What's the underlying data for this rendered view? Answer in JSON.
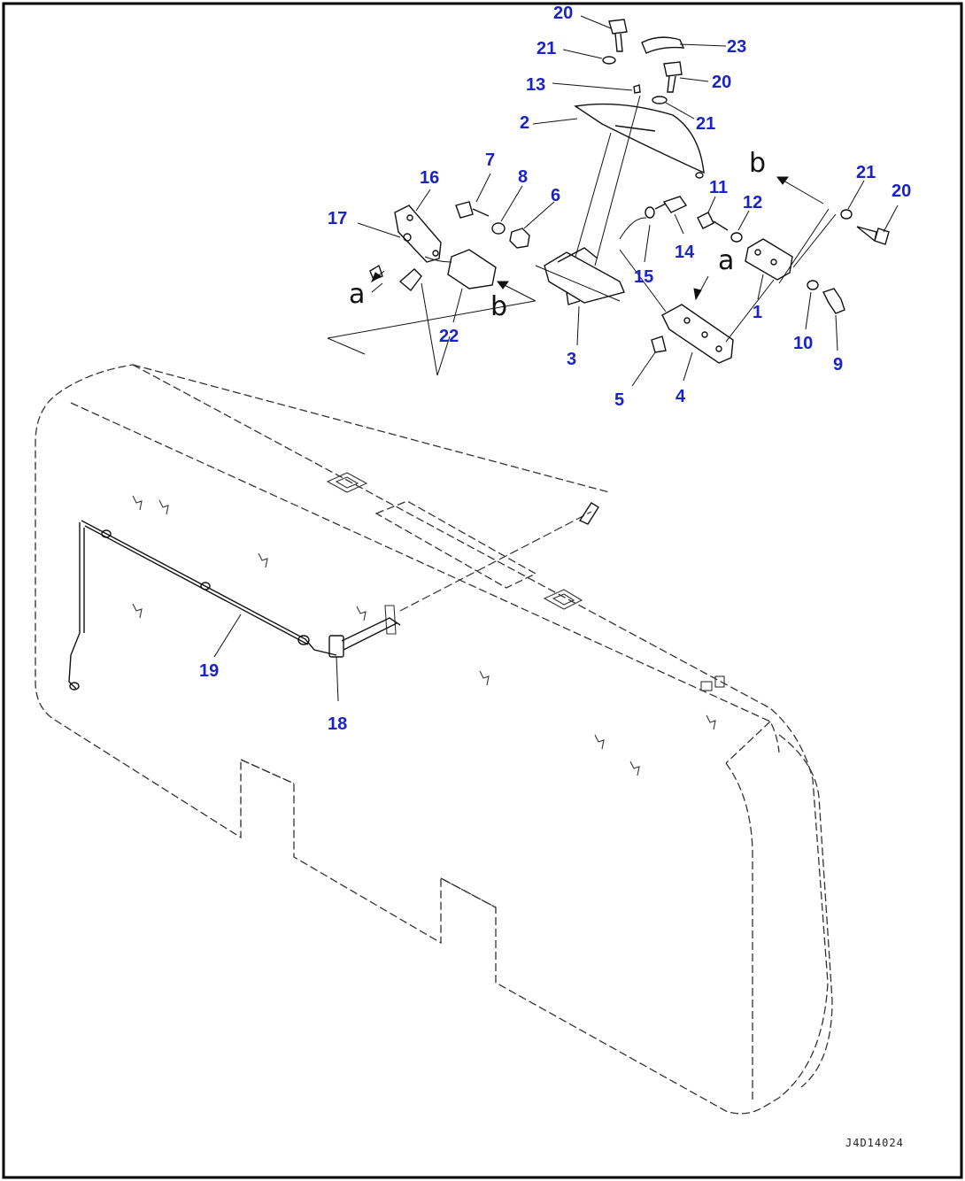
{
  "diagram": {
    "drawing_code": "J4D14024",
    "view_labels": {
      "a": "a",
      "b": "b"
    },
    "callouts": {
      "c1": "1",
      "c2": "2",
      "c3": "3",
      "c4": "4",
      "c5": "5",
      "c6": "6",
      "c7": "7",
      "c8": "8",
      "c9": "9",
      "c10": "10",
      "c11": "11",
      "c12": "12",
      "c13": "13",
      "c14": "14",
      "c15": "15",
      "c16": "16",
      "c17": "17",
      "c18": "18",
      "c19": "19",
      "c20": "20",
      "c21": "21",
      "c22": "22",
      "c23": "23"
    }
  }
}
